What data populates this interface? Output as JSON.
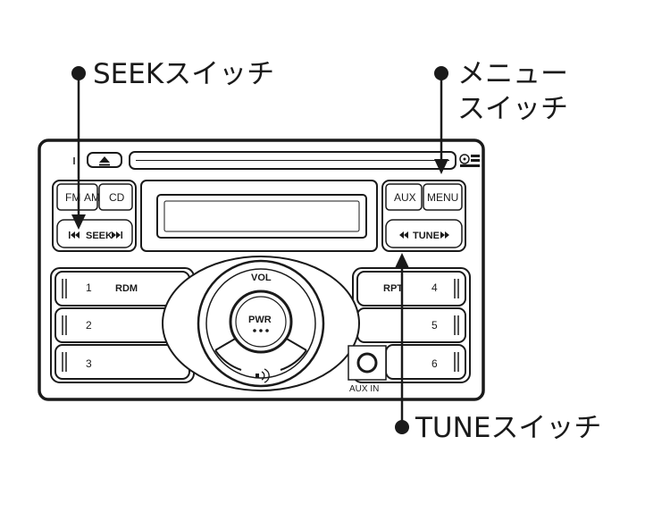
{
  "callouts": {
    "seek": "SEEKスイッチ",
    "menu_line1": "メニュー",
    "menu_line2": "スイッチ",
    "tune": "TUNEスイッチ"
  },
  "buttons": {
    "fm_am": "FM",
    "am": "AM",
    "cd": "CD",
    "seek": "SEEK",
    "aux": "AUX",
    "menu": "MENU",
    "tune": "TUNE",
    "vol": "VOL",
    "pwr": "PWR",
    "preset_1": "1",
    "rdm": "RDM",
    "preset_2": "2",
    "preset_3": "3",
    "rpt": "RPT",
    "preset_4": "4",
    "preset_5": "5",
    "preset_6": "6",
    "aux_in": "AUX IN"
  },
  "icons": {
    "eject": "eject-icon",
    "seek_back": "skip-back-icon",
    "seek_fwd": "skip-forward-icon",
    "tune_back": "rewind-icon",
    "tune_fwd": "fast-forward-icon",
    "cd_logo": "compact-disc-logo",
    "sound": "sound-icon"
  }
}
